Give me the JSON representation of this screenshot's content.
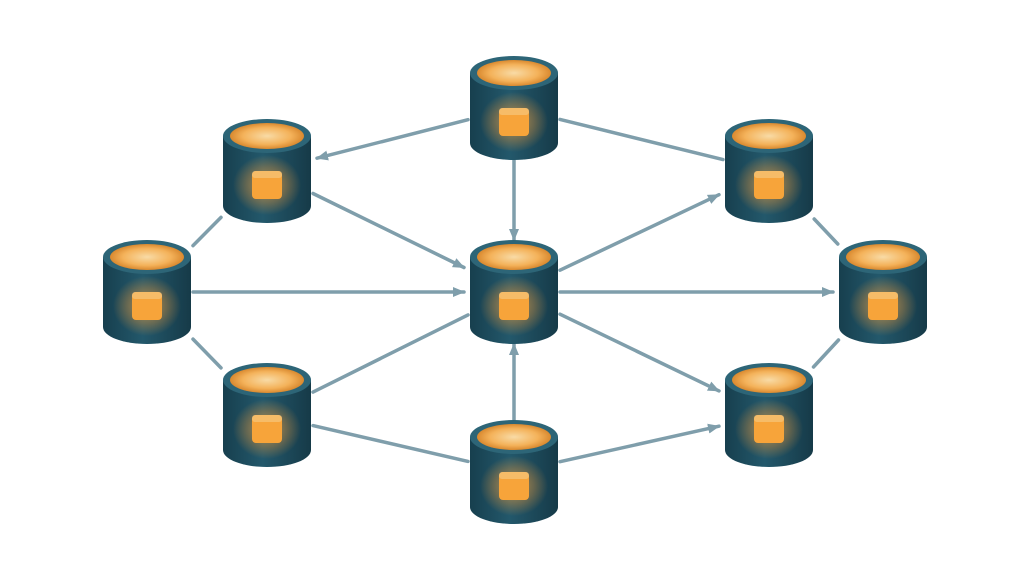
{
  "diagram": {
    "colors": {
      "background": "#ffffff",
      "edge": "#7f9eab",
      "cylinder_body": "#1f4e60",
      "cylinder_body_dark": "#153846",
      "cylinder_rim": "#2d6577",
      "glow_core": "#f7a43a",
      "glow_light": "#f6cf8e"
    },
    "node_icon": "database-cylinder-icon",
    "nodes": [
      {
        "id": "top"
      },
      {
        "id": "upper-left"
      },
      {
        "id": "upper-right"
      },
      {
        "id": "left"
      },
      {
        "id": "center"
      },
      {
        "id": "right"
      },
      {
        "id": "lower-left"
      },
      {
        "id": "lower-right"
      },
      {
        "id": "bottom"
      }
    ],
    "edges": [
      {
        "from": "top",
        "to": "upper-left",
        "arrow": true
      },
      {
        "from": "top",
        "to": "center",
        "arrow": true
      },
      {
        "from": "top",
        "to": "upper-right",
        "arrow": false
      },
      {
        "from": "upper-left",
        "to": "left",
        "arrow": false
      },
      {
        "from": "upper-left",
        "to": "center",
        "arrow": true
      },
      {
        "from": "left",
        "to": "center",
        "arrow": true
      },
      {
        "from": "left",
        "to": "lower-left",
        "arrow": false
      },
      {
        "from": "lower-left",
        "to": "center",
        "arrow": false
      },
      {
        "from": "lower-left",
        "to": "bottom",
        "arrow": false
      },
      {
        "from": "bottom",
        "to": "center",
        "arrow": true
      },
      {
        "from": "bottom",
        "to": "lower-right",
        "arrow": true
      },
      {
        "from": "center",
        "to": "upper-right",
        "arrow": true
      },
      {
        "from": "center",
        "to": "right",
        "arrow": true
      },
      {
        "from": "center",
        "to": "lower-right",
        "arrow": true
      },
      {
        "from": "upper-right",
        "to": "right",
        "arrow": false
      },
      {
        "from": "right",
        "to": "lower-right",
        "arrow": false
      }
    ]
  }
}
